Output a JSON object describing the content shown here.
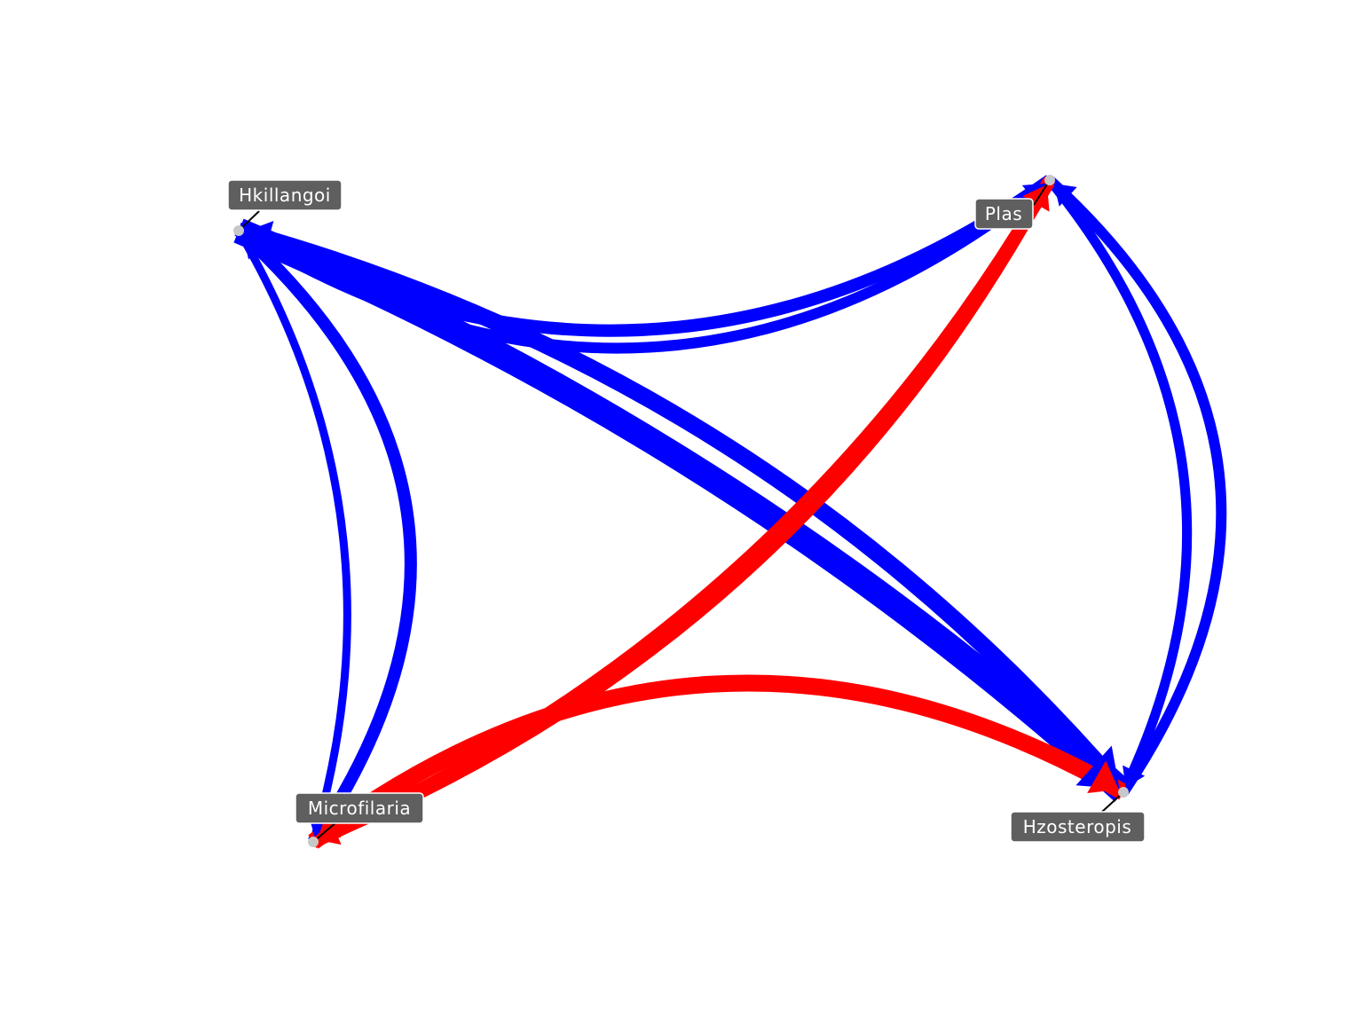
{
  "colors": {
    "positive": "#0000ff",
    "negative": "#ff0000",
    "label_bg": "#5f5f5f",
    "label_text": "#ffffff",
    "node": "#c8c8c8"
  },
  "nodes": [
    {
      "id": "hkillangoi",
      "label": "Hkillangoi"
    },
    {
      "id": "plas",
      "label": "Plas"
    },
    {
      "id": "microfilaria",
      "label": "Microfilaria"
    },
    {
      "id": "hzosteropis",
      "label": "Hzosteropis"
    }
  ],
  "edges": [
    {
      "from": "plas",
      "to": "hkillangoi",
      "sign": "positive",
      "weight": 2
    },
    {
      "from": "hkillangoi",
      "to": "plas",
      "sign": "positive",
      "weight": 1.6
    },
    {
      "from": "hkillangoi",
      "to": "hzosteropis",
      "sign": "positive",
      "weight": 5
    },
    {
      "from": "hzosteropis",
      "to": "hkillangoi",
      "sign": "positive",
      "weight": 3
    },
    {
      "from": "microfilaria",
      "to": "hkillangoi",
      "sign": "positive",
      "weight": 2
    },
    {
      "from": "hkillangoi",
      "to": "microfilaria",
      "sign": "positive",
      "weight": 1
    },
    {
      "from": "hzosteropis",
      "to": "plas",
      "sign": "positive",
      "weight": 1.6
    },
    {
      "from": "plas",
      "to": "hzosteropis",
      "sign": "positive",
      "weight": 1.4
    },
    {
      "from": "microfilaria",
      "to": "plas",
      "sign": "negative",
      "weight": 2.2
    },
    {
      "from": "plas",
      "to": "microfilaria",
      "sign": "negative",
      "weight": 1.6
    },
    {
      "from": "microfilaria",
      "to": "hzosteropis",
      "sign": "negative",
      "weight": 3
    },
    {
      "from": "hzosteropis",
      "to": "microfilaria",
      "sign": "negative",
      "weight": 1.6
    }
  ]
}
